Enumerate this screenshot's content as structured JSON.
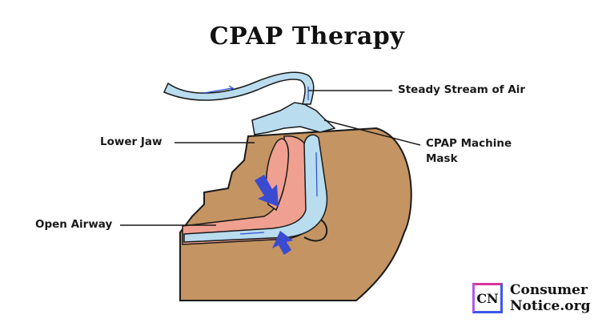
{
  "title": "CPAP Therapy",
  "labels": {
    "steady_stream": "Steady Stream of Air",
    "lower_jaw": "Lower Jaw",
    "cpap_mask_line1": "CPAP Machine",
    "cpap_mask_line2": "Mask",
    "open_airway": "Open Airway"
  },
  "logo": {
    "mark": "CN",
    "line1": "Consumer",
    "line2": "Notice.org"
  },
  "colors": {
    "skin": "#c49462",
    "airway_tissue": "#f0a090",
    "air": "#b9dcef",
    "arrow": "#3b4bd0",
    "outline": "#1a1a1a"
  }
}
